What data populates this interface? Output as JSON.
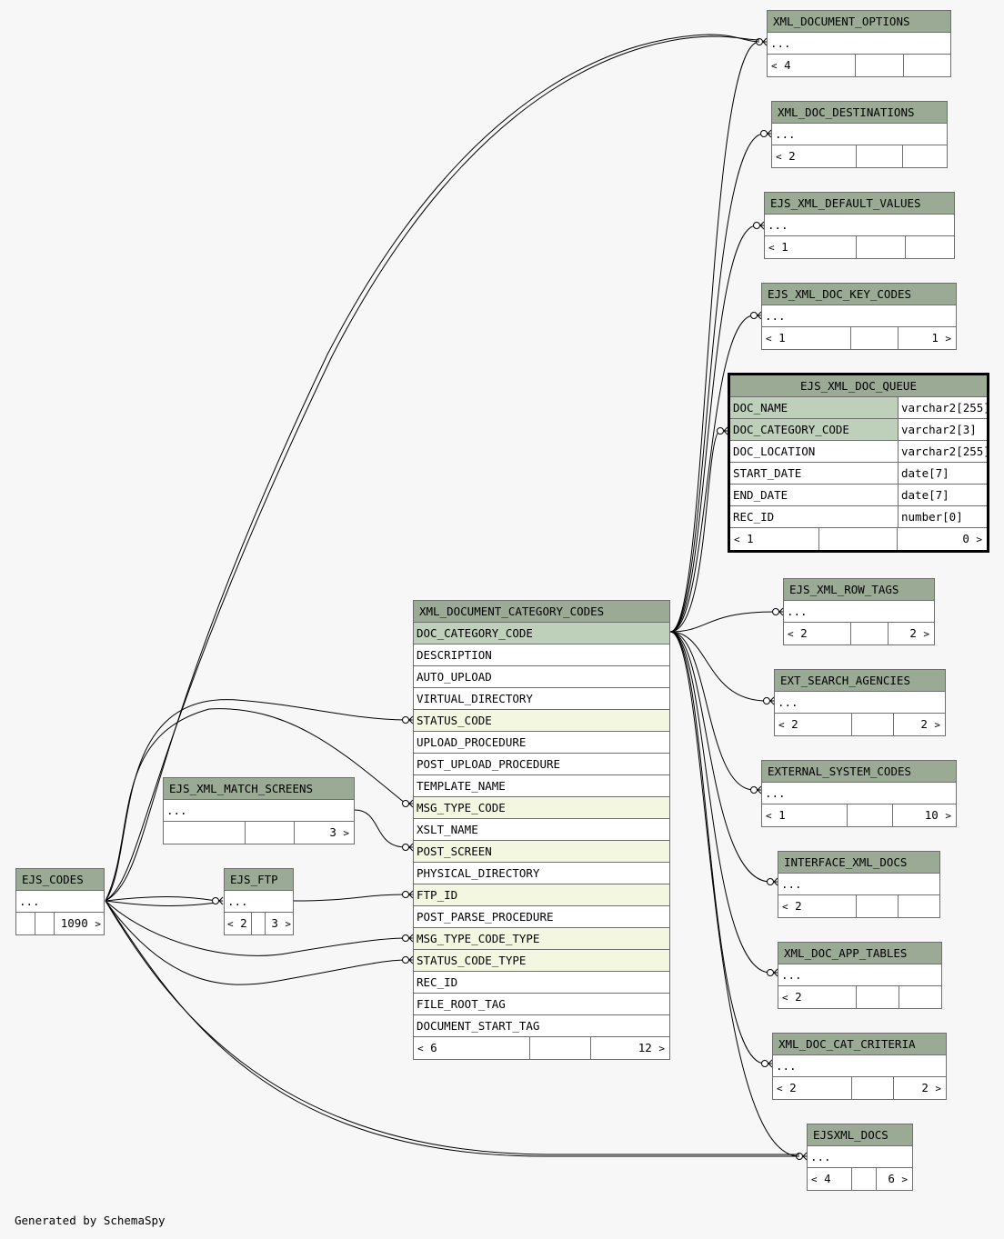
{
  "tables": {
    "xml_document_options": {
      "name": "XML_DOCUMENT_OPTIONS",
      "ellipsis": "...",
      "parents": "4",
      "children": ""
    },
    "xml_doc_destinations": {
      "name": "XML_DOC_DESTINATIONS",
      "ellipsis": "...",
      "parents": "2",
      "children": ""
    },
    "ejs_xml_default_values": {
      "name": "EJS_XML_DEFAULT_VALUES",
      "ellipsis": "...",
      "parents": "1",
      "children": ""
    },
    "ejs_xml_doc_key_codes": {
      "name": "EJS_XML_DOC_KEY_CODES",
      "ellipsis": "...",
      "parents": "1",
      "children": "1"
    },
    "ejs_xml_doc_queue": {
      "name": "EJS_XML_DOC_QUEUE",
      "columns": [
        {
          "name": "DOC_NAME",
          "type": "varchar2[255]",
          "kind": "pk"
        },
        {
          "name": "DOC_CATEGORY_CODE",
          "type": "varchar2[3]",
          "kind": "pk"
        },
        {
          "name": "DOC_LOCATION",
          "type": "varchar2[255]",
          "kind": ""
        },
        {
          "name": "START_DATE",
          "type": "date[7]",
          "kind": ""
        },
        {
          "name": "END_DATE",
          "type": "date[7]",
          "kind": ""
        },
        {
          "name": "REC_ID",
          "type": "number[0]",
          "kind": ""
        }
      ],
      "parents": "1",
      "rows": "",
      "children": "0"
    },
    "ejs_xml_row_tags": {
      "name": "EJS_XML_ROW_TAGS",
      "ellipsis": "...",
      "parents": "2",
      "children": "2"
    },
    "ext_search_agencies": {
      "name": "EXT_SEARCH_AGENCIES",
      "ellipsis": "...",
      "parents": "2",
      "children": "2"
    },
    "external_system_codes": {
      "name": "EXTERNAL_SYSTEM_CODES",
      "ellipsis": "...",
      "parents": "1",
      "children": "10"
    },
    "interface_xml_docs": {
      "name": "INTERFACE_XML_DOCS",
      "ellipsis": "...",
      "parents": "2",
      "children": ""
    },
    "xml_doc_app_tables": {
      "name": "XML_DOC_APP_TABLES",
      "ellipsis": "...",
      "parents": "2",
      "children": ""
    },
    "xml_doc_cat_criteria": {
      "name": "XML_DOC_CAT_CRITERIA",
      "ellipsis": "...",
      "parents": "2",
      "children": "2"
    },
    "ejsxml_docs": {
      "name": "EJSXML_DOCS",
      "ellipsis": "...",
      "parents": "4",
      "children": "6"
    },
    "xml_document_category_codes": {
      "name": "XML_DOCUMENT_CATEGORY_CODES",
      "columns": [
        {
          "name": "DOC_CATEGORY_CODE",
          "kind": "pk"
        },
        {
          "name": "DESCRIPTION",
          "kind": ""
        },
        {
          "name": "AUTO_UPLOAD",
          "kind": ""
        },
        {
          "name": "VIRTUAL_DIRECTORY",
          "kind": ""
        },
        {
          "name": "STATUS_CODE",
          "kind": "fk"
        },
        {
          "name": "UPLOAD_PROCEDURE",
          "kind": ""
        },
        {
          "name": "POST_UPLOAD_PROCEDURE",
          "kind": ""
        },
        {
          "name": "TEMPLATE_NAME",
          "kind": ""
        },
        {
          "name": "MSG_TYPE_CODE",
          "kind": "fk"
        },
        {
          "name": "XSLT_NAME",
          "kind": ""
        },
        {
          "name": "POST_SCREEN",
          "kind": "fk"
        },
        {
          "name": "PHYSICAL_DIRECTORY",
          "kind": ""
        },
        {
          "name": "FTP_ID",
          "kind": "fk"
        },
        {
          "name": "POST_PARSE_PROCEDURE",
          "kind": ""
        },
        {
          "name": "MSG_TYPE_CODE_TYPE",
          "kind": "fk"
        },
        {
          "name": "STATUS_CODE_TYPE",
          "kind": "fk"
        },
        {
          "name": "REC_ID",
          "kind": ""
        },
        {
          "name": "FILE_ROOT_TAG",
          "kind": ""
        },
        {
          "name": "DOCUMENT_START_TAG",
          "kind": ""
        }
      ],
      "parents": "6",
      "rows": "",
      "children": "12"
    },
    "ejs_xml_match_screens": {
      "name": "EJS_XML_MATCH_SCREENS",
      "ellipsis": "...",
      "parents": "",
      "children": "3"
    },
    "ejs_codes": {
      "name": "EJS_CODES",
      "ellipsis": "...",
      "parents": "",
      "rows": "1090",
      "children": ""
    },
    "ejs_ftp": {
      "name": "EJS_FTP",
      "ellipsis": "...",
      "parents": "2",
      "children": "3"
    }
  },
  "nav": {
    "left": "<",
    "right": ">"
  },
  "footer": "Generated by SchemaSpy"
}
